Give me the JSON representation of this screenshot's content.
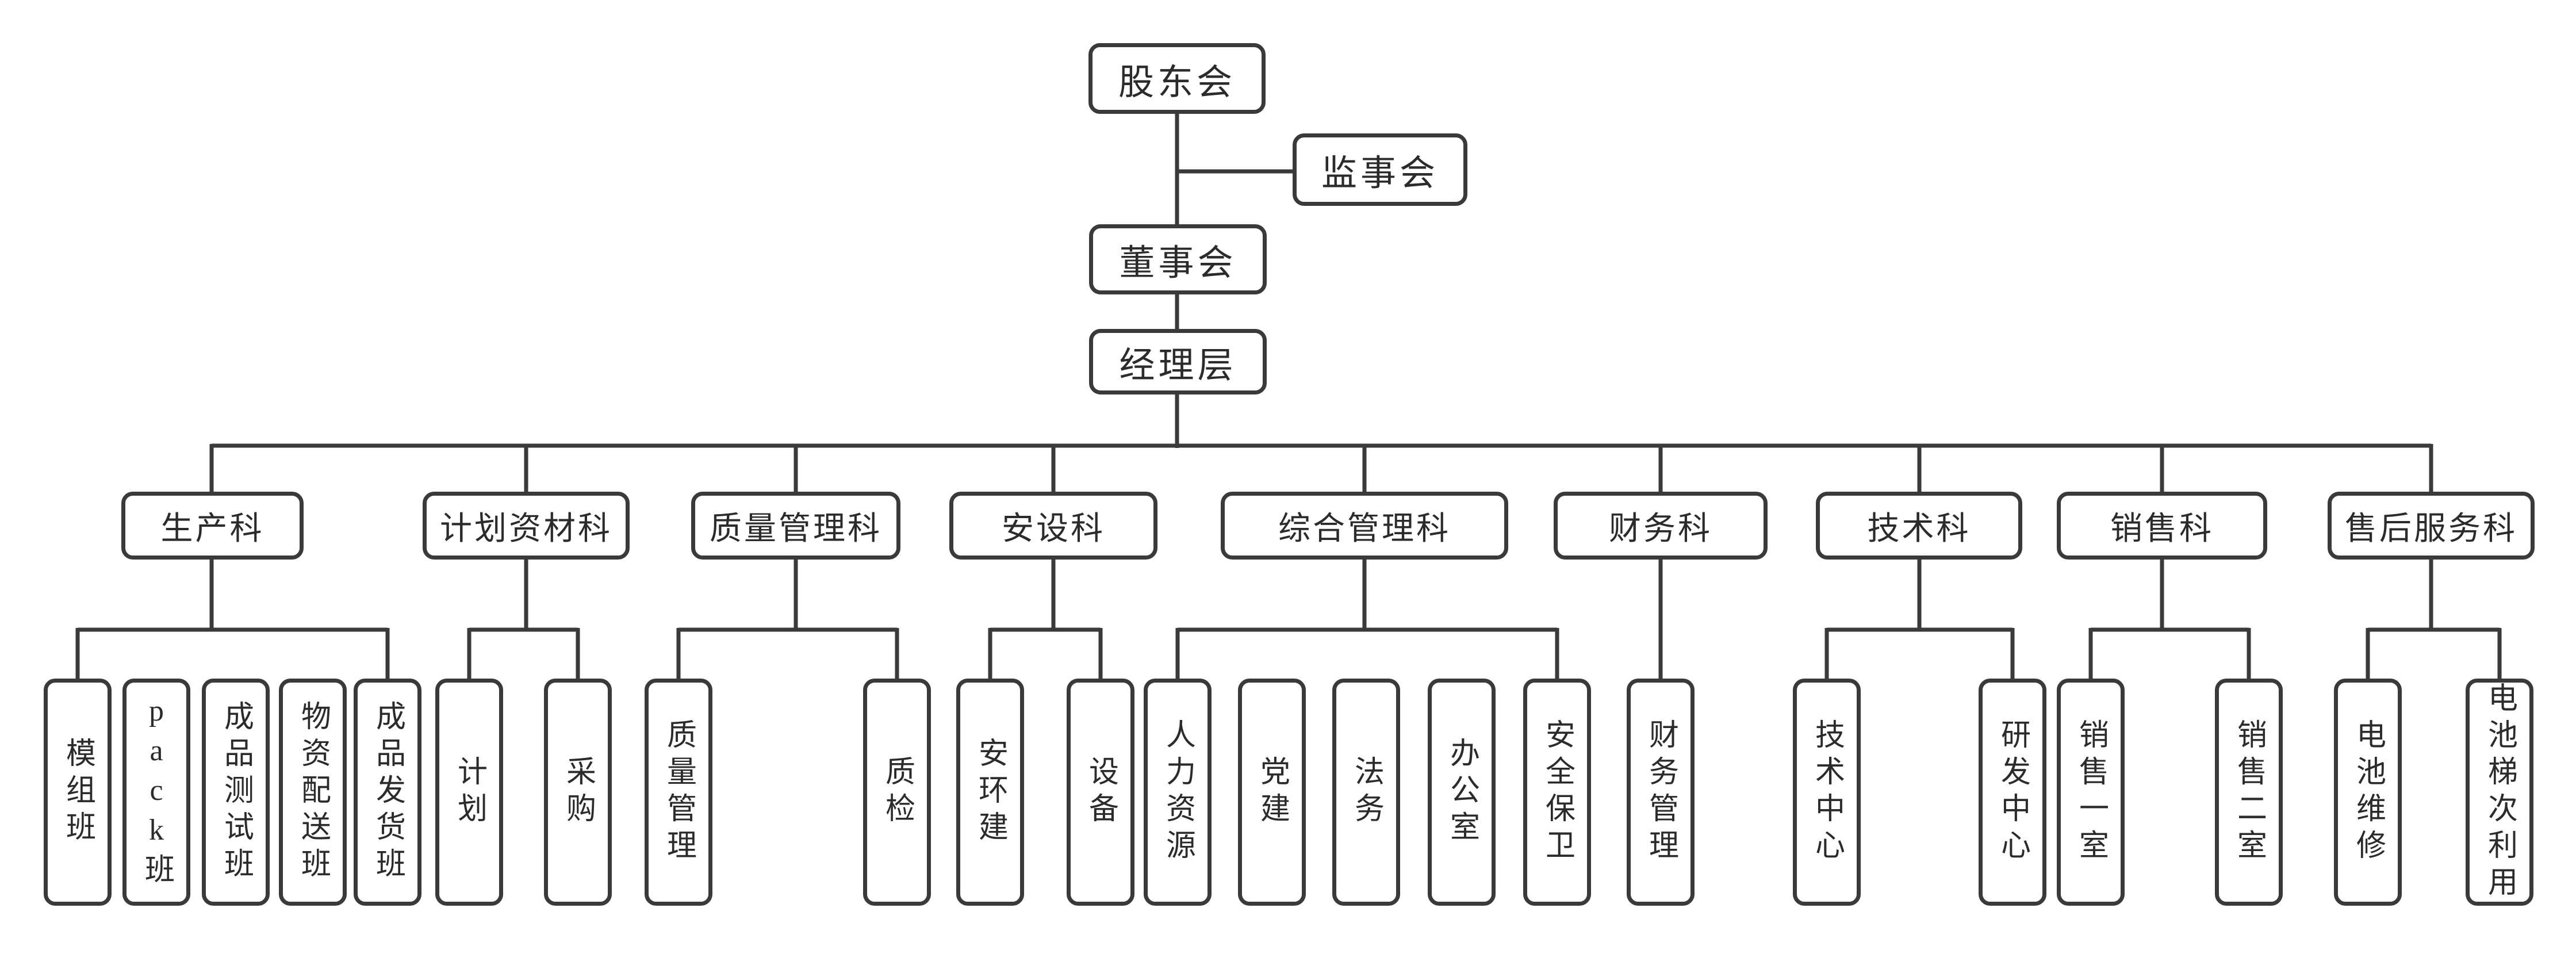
{
  "org": {
    "shareholders": "股东会",
    "supervisory_board": "监事会",
    "board_of_directors": "董事会",
    "management": "经理层",
    "departments": [
      {
        "label": "生产科",
        "children": [
          "模组班",
          "pack班",
          "成品测试班",
          "物资配送班",
          "成品发货班"
        ]
      },
      {
        "label": "计划资材科",
        "children": [
          "计划",
          "采购"
        ]
      },
      {
        "label": "质量管理科",
        "children": [
          "质量管理",
          "质检"
        ]
      },
      {
        "label": "安设科",
        "children": [
          "安环建",
          "设备"
        ]
      },
      {
        "label": "综合管理科",
        "children": [
          "人力资源",
          "党建",
          "法务",
          "办公室",
          "安全保卫"
        ]
      },
      {
        "label": "财务科",
        "children": [
          "财务管理"
        ]
      },
      {
        "label": "技术科",
        "children": [
          "技术中心",
          "研发中心"
        ]
      },
      {
        "label": "销售科",
        "children": [
          "销售一室",
          "销售二室"
        ]
      },
      {
        "label": "售后服务科",
        "children": [
          "电池维修",
          "电池梯次利用"
        ]
      }
    ]
  },
  "colors": {
    "line": "#3a3a3a",
    "text": "#2b2b2b",
    "background": "#ffffff"
  }
}
